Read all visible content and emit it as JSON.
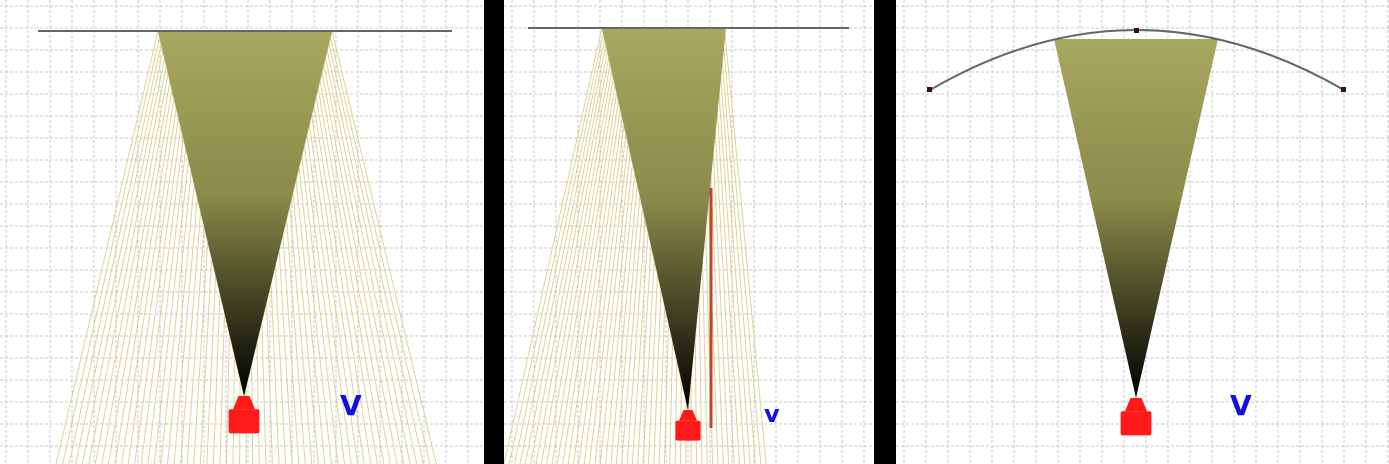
{
  "panels": [
    {
      "id": "left",
      "label": "V",
      "mirror": "flat"
    },
    {
      "id": "middle",
      "label": "v",
      "mirror": "flat",
      "obstacle": true
    },
    {
      "id": "right",
      "label": "V",
      "mirror": "curved"
    }
  ],
  "colors": {
    "grid": "#c8c8c8",
    "ray": "#d8d08a",
    "mirror": "#666666",
    "cone_top": "#a8a860",
    "cone_bottom": "#000000",
    "laser_body": "#ff1a1a",
    "obstacle": "#c0462a",
    "label": "#1010e0",
    "divider": "#000000"
  }
}
